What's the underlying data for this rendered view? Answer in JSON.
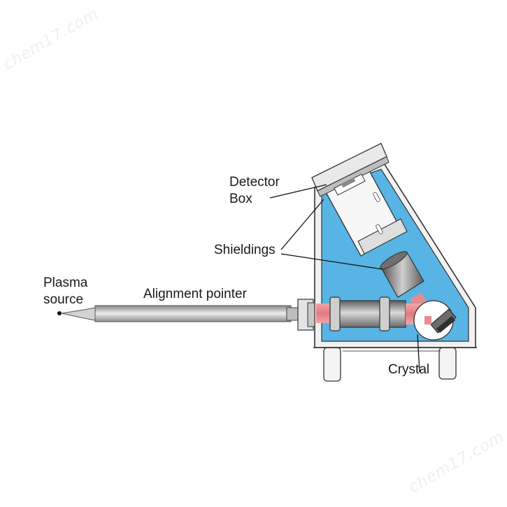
{
  "labels": {
    "plasma_source": [
      "Plasma",
      "source"
    ],
    "alignment_pointer": "Alignment pointer",
    "detector_box": [
      "Detector",
      "Box"
    ],
    "shieldings": "Shieldings",
    "crystal": "Crystal"
  },
  "watermark": "chem17.com",
  "colors": {
    "chamber_fill": "#58b4e4",
    "beam": "#e27b80",
    "metal_dark": "#777777",
    "metal_light": "#d7d7d7"
  }
}
